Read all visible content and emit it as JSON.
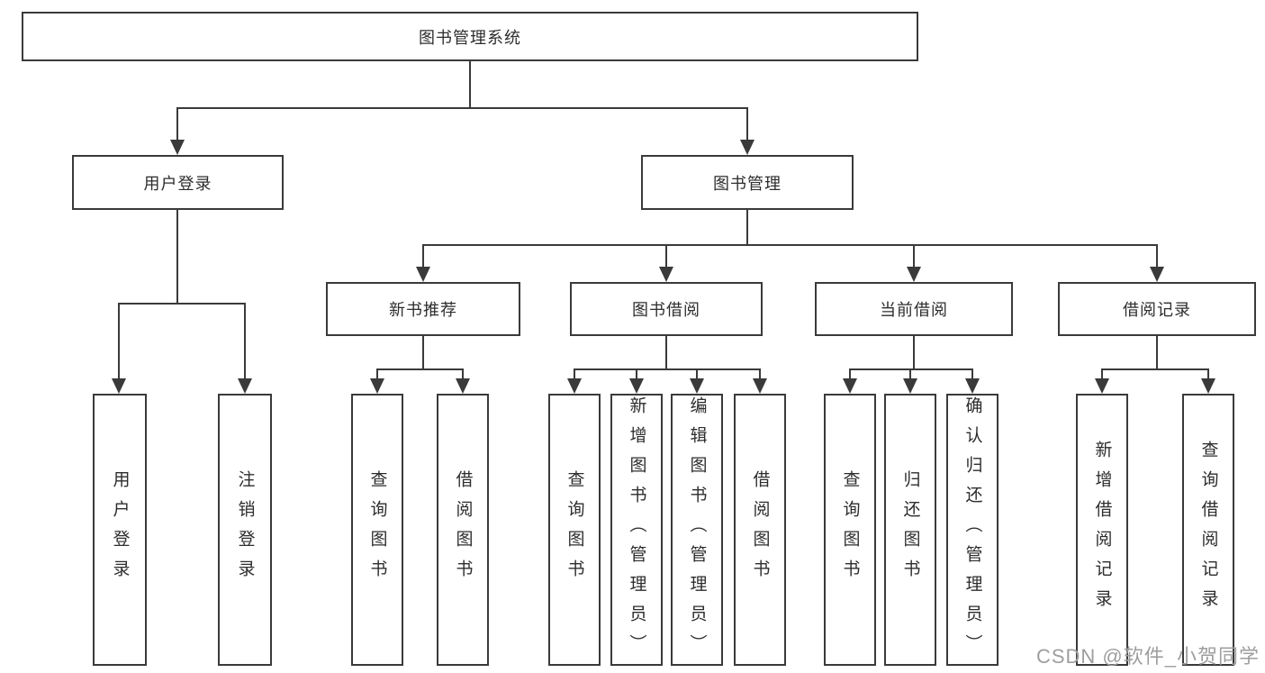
{
  "diagram_title": "图书管理系统",
  "level2": {
    "user_login": "用户登录",
    "book_management": "图书管理"
  },
  "level3": {
    "new_book_recommend": "新书推荐",
    "book_borrowing": "图书借阅",
    "current_borrowing": "当前借阅",
    "borrowing_records": "借阅记录"
  },
  "leaves": {
    "user_login": {
      "login": "用户登录",
      "logout": "注销登录"
    },
    "new_book_recommend": {
      "query_books": "查询图书",
      "borrow_books": "借阅图书"
    },
    "book_borrowing": {
      "query_books": "查询图书",
      "add_books_admin": "新增图书（管理员）",
      "edit_books_admin": "编辑图书（管理员）",
      "borrow_books": "借阅图书"
    },
    "current_borrowing": {
      "query_books": "查询图书",
      "return_books": "归还图书",
      "confirm_return_admin": "确认归还（管理员）"
    },
    "borrowing_records": {
      "add_record": "新增借阅记录",
      "query_record": "查询借阅记录"
    }
  },
  "watermark": "CSDN @软件_小贺同学",
  "colors": {
    "line": "#3a3a3a",
    "text": "#2d2d2d",
    "watermark_gray": "#9e9e9e",
    "background": "#ffffff"
  }
}
